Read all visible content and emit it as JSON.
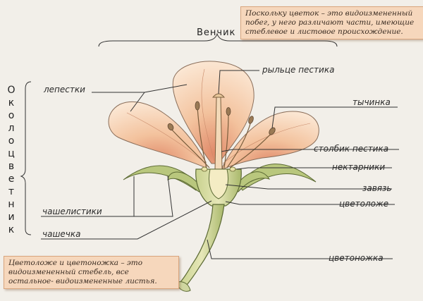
{
  "notes": {
    "top": "Поскольку цветок – это видоизмененный побег, у него различают части, имеющие стеблевое и листовое происхождение.",
    "bottom": "Цветоложе и цветоножка – это видоизмененный стебель, все остальное- видоизмененные листья."
  },
  "labels": {
    "corolla": "Венчик",
    "perianth": "Околоцветник",
    "petals": "лепестки",
    "sepals": "чашелистики",
    "calyx": "чашечка",
    "stigma": "рыльце пестика",
    "stamen": "тычинка",
    "style": "столбик пестика",
    "nectaries": "нектарники",
    "ovary": "завязь",
    "receptacle": "цветоложе",
    "pedicel": "цветоножка"
  },
  "colors": {
    "background": "#f2efe9",
    "petal": "#f4c9a3",
    "note_fill": "#f6d7bc",
    "stem": "#a9b86b"
  }
}
